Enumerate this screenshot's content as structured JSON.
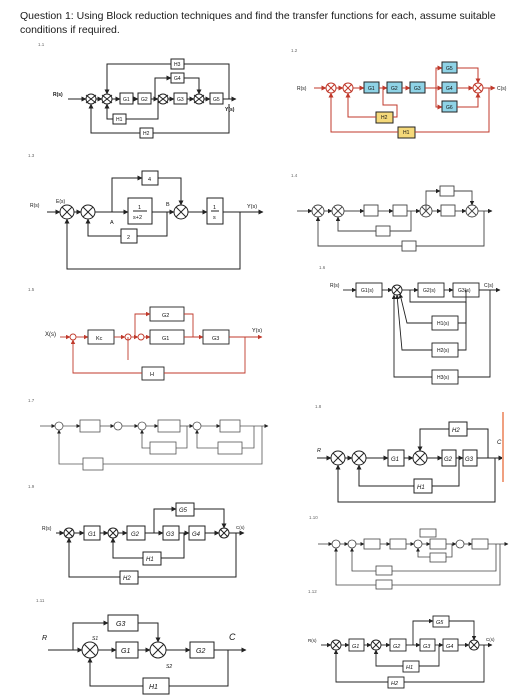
{
  "question": {
    "text": "Question 1: Using Block reduction techniques and find the transfer functions for each, assume suitable conditions if required."
  },
  "labels": [
    "1.1",
    "1.2",
    "1.3",
    "1.4",
    "1.5",
    "1.6",
    "1.7",
    "1.8",
    "1.9",
    "1.10",
    "1.11",
    "1.12"
  ],
  "d11": {
    "R": "R(s)",
    "Y": "Y(s)",
    "G1": "G1",
    "G2": "G2",
    "G3": "G3",
    "G4": "G4",
    "G5": "G5",
    "H1": "H1",
    "H2": "H2",
    "H3": "H3"
  },
  "d12": {
    "R": "R(s)",
    "C": "C(s)",
    "G1": "G1",
    "G2": "G2",
    "G3": "G3",
    "G4": "G4",
    "G5": "G5",
    "G6": "G6",
    "H1": "H1",
    "H2": "H2"
  },
  "d13": {
    "R": "R(s)",
    "E": "E(s)",
    "A": "A",
    "B": "B",
    "Y": "Y(s)",
    "k4": "4",
    "k2": "2",
    "num": "1",
    "den": "s+2",
    "num2": "1",
    "den2": "s"
  },
  "d16": {
    "R": "R(s)",
    "C": "C(s)",
    "G1": "G1(s)",
    "G2": "G2(s)",
    "G3": "G3(s)",
    "H1": "H1(s)",
    "H2": "H2(s)",
    "H3": "H3(s)"
  },
  "d15": {
    "X": "X(s)",
    "Y": "Y(s)",
    "Kc": "Kc",
    "G1": "G1",
    "G2": "G2",
    "G3": "G3",
    "H": "H"
  },
  "d18": {
    "R": "R",
    "C": "C",
    "G1": "G1",
    "G2": "G2",
    "G3": "G3",
    "H1": "H1",
    "H2": "H2"
  },
  "d19": {
    "R": "R(s)",
    "C": "C(s)",
    "G1": "G1",
    "G2": "G2",
    "G3": "G3",
    "G4": "G4",
    "G5": "G5",
    "H1": "H1",
    "H2": "H2"
  },
  "d111": {
    "R": "R",
    "C": "C",
    "G1": "G1",
    "G2": "G2",
    "G3": "G3",
    "H1": "H1",
    "S1": "S1",
    "S2": "S2"
  },
  "d112": {
    "R": "R(s)",
    "C": "C(s)",
    "G1": "G1",
    "G2": "G2",
    "G3": "G3",
    "G4": "G4",
    "G5": "G5",
    "H1": "H1",
    "H2": "H2"
  }
}
